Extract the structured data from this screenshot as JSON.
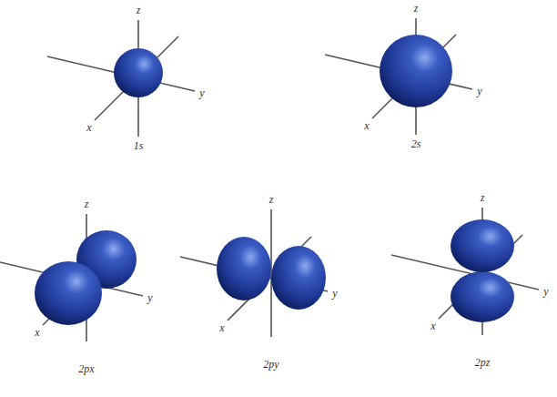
{
  "diagram": {
    "labels": [
      "z",
      "y",
      "x",
      "1s",
      "z",
      "y",
      "x",
      "2s",
      "z",
      "y",
      "x",
      "2px",
      "z",
      "y",
      "x",
      "2py",
      "z",
      "y",
      "x",
      "2pz"
    ]
  }
}
